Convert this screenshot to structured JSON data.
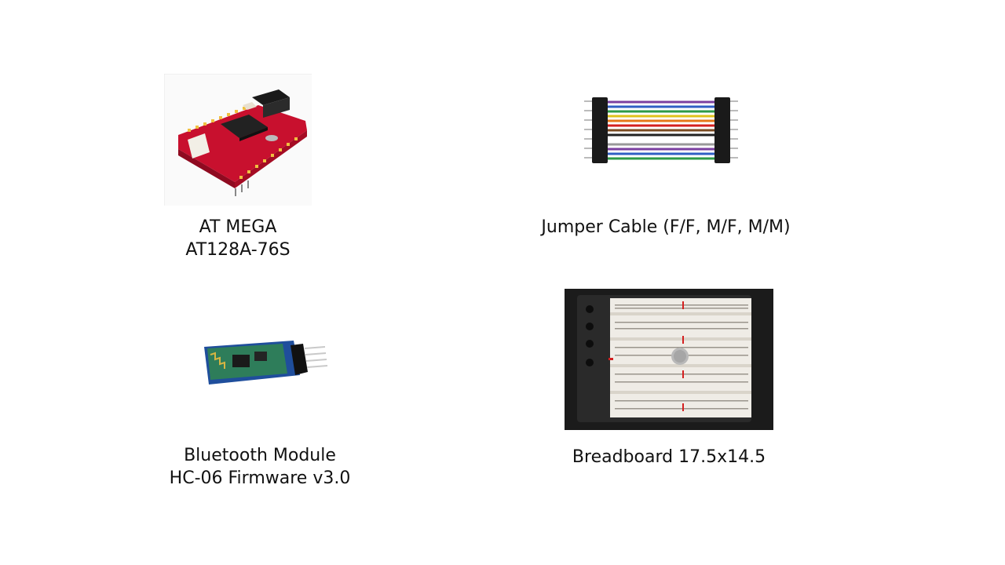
{
  "slide": {
    "items": [
      {
        "id": "atmega",
        "image": "atmega-board-image",
        "caption_lines": [
          "AT MEGA",
          "AT128A-76S"
        ]
      },
      {
        "id": "jumper",
        "image": "jumper-cable-image",
        "caption_lines": [
          "Jumper Cable (F/F, M/F, M/M)"
        ]
      },
      {
        "id": "bluetooth",
        "image": "bluetooth-module-image",
        "caption_lines": [
          "Bluetooth Module",
          "HC-06 Firmware v3.0"
        ]
      },
      {
        "id": "breadboard",
        "image": "breadboard-image",
        "caption_lines": [
          "Breadboard 17.5x14.5"
        ]
      }
    ]
  },
  "colors": {
    "board_red": "#c8102e",
    "bt_pcb_green": "#2e7d5a",
    "bt_backplate_blue": "#1f4e9c",
    "breadboard_bg": "#1b1b1b",
    "breadboard_body": "#efece6"
  }
}
